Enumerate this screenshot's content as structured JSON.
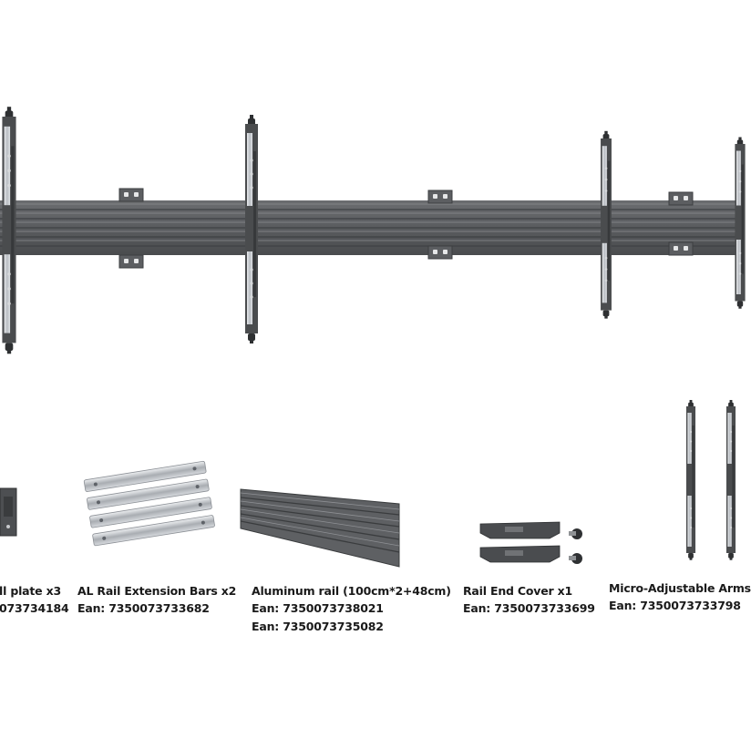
{
  "colors": {
    "rail": "#5d5f61",
    "rail_dark": "#3f4143",
    "rail_light": "#7b7d80",
    "arm_dark": "#46484a",
    "metal_silver": "#c9ccd0",
    "background": "#ffffff",
    "text": "#1a1a1a"
  },
  "products": [
    {
      "name": "ll plate x3",
      "eans": [
        "073734184"
      ]
    },
    {
      "name": "AL Rail Extension Bars x2",
      "eans": [
        "Ean: 7350073733682"
      ]
    },
    {
      "name": "Aluminum rail (100cm*2+48cm)",
      "eans": [
        "Ean:  7350073738021",
        "Ean:  7350073735082"
      ]
    },
    {
      "name": "Rail End Cover x1",
      "eans": [
        "Ean:  7350073733699"
      ]
    },
    {
      "name": "Micro-Adjustable Arms",
      "eans": [
        "Ean: 7350073733798"
      ]
    }
  ]
}
